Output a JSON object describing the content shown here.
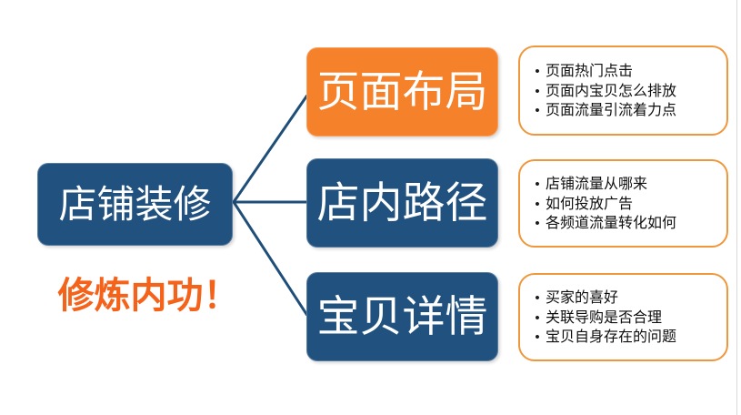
{
  "diagram": {
    "title_text": "店铺装修",
    "slogan": "修炼内功！",
    "colors": {
      "navy": "#21517E",
      "orange": "#F5812A",
      "slogan_orange": "#F5621A",
      "callout_border": "#F0973C",
      "connector": "#1F4E79",
      "background": "#FFFFFF"
    },
    "root": {
      "label": "店铺装修"
    },
    "branches": [
      {
        "label": "页面布局",
        "style": "orange",
        "bullets": [
          "页面热门点击",
          "页面内宝贝怎么排放",
          "页面流量引流着力点"
        ]
      },
      {
        "label": "店内路径",
        "style": "navy",
        "bullets": [
          "店铺流量从哪来",
          "如何投放广告",
          "各频道流量转化如何"
        ]
      },
      {
        "label": "宝贝详情",
        "style": "navy",
        "bullets": [
          "买家的喜好",
          "关联导购是否合理",
          "宝贝自身存在的问题"
        ]
      }
    ],
    "bullet_marker": "•"
  }
}
